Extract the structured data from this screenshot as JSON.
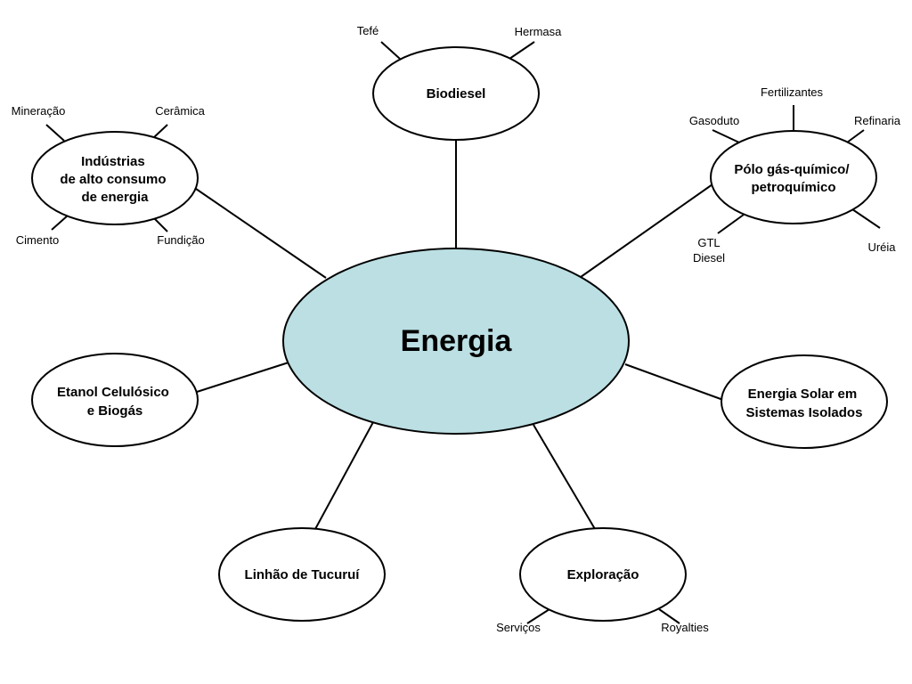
{
  "colors": {
    "center_fill": "#bbdfe3",
    "node_fill": "#ffffff",
    "stroke": "#000000"
  },
  "center": {
    "label": "Energia"
  },
  "nodes": {
    "biodiesel": {
      "label": [
        "Biodiesel"
      ],
      "spokes": [
        "Tefé",
        "Hermasa"
      ]
    },
    "industrias": {
      "label": [
        "Indústrias",
        "de alto consumo",
        "de energia"
      ],
      "spokes": [
        "Mineração",
        "Cerâmica",
        "Cimento",
        "Fundição"
      ]
    },
    "polo": {
      "label": [
        "Pólo gás-químico/",
        "petroquímico"
      ],
      "spokes": [
        "Gasoduto",
        "Fertilizantes",
        "Refinaria",
        "GTL",
        "Diesel",
        "Uréia"
      ]
    },
    "etanol": {
      "label": [
        "Etanol Celulósico",
        "e Biogás"
      ],
      "spokes": []
    },
    "solar": {
      "label": [
        "Energia Solar em",
        "Sistemas Isolados"
      ],
      "spokes": []
    },
    "linhao": {
      "label": [
        "Linhão de Tucuruí"
      ],
      "spokes": []
    },
    "exploracao": {
      "label": [
        "Exploração"
      ],
      "spokes": [
        "Serviços",
        "Royalties"
      ]
    }
  }
}
